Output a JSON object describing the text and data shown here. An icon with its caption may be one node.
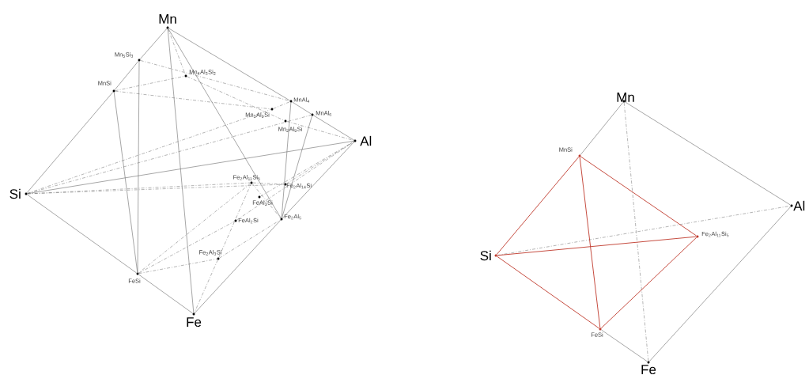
{
  "diagram": {
    "nodes": [
      {
        "text": [
          "Mn"
        ]
      },
      {
        "text": [
          "Si"
        ]
      },
      {
        "text": [
          "Fe"
        ]
      },
      {
        "text": [
          "Al"
        ]
      },
      {
        "text": [
          "Mn$_{5}$Si$_{3}$"
        ]
      },
      {
        "text": [
          "MnSi"
        ]
      },
      {
        "text": [
          "Mn$_{4}$Al$_{3}$Si$_{2}$"
        ]
      },
      {
        "text": [
          "MnAl$_{4}$"
        ]
      },
      {
        "text": [
          "MnAl$_{6}$"
        ]
      },
      {
        "text": [
          "Mn$_{3}$Al$_{9}$Si"
        ]
      },
      {
        "text": [
          "Mn$_{2}$Al$_{9}$Si"
        ]
      },
      {
        "text": [
          "Fe$_{2}$Al$_{11}$Si$_{5}$"
        ]
      },
      {
        "text": [
          "Fe$_{2}$Al$_{14}$Si"
        ]
      },
      {
        "text": [
          "FeAl$_{3}$Si"
        ]
      },
      {
        "text": [
          "FeAl$_{2}$Si"
        ]
      },
      {
        "text": [
          "Fe$_{2}$Al$_{5}$"
        ]
      },
      {
        "text": [
          "Fe$_{2}$Al$_{3}$Si"
        ]
      },
      {
        "text": [
          "FeSi"
        ]
      },
      {
        "text": [
          "Mn"
        ]
      },
      {
        "text": [
          "MnSi"
        ]
      },
      {
        "text": [
          "Si"
        ]
      },
      {
        "text": [
          "Al"
        ]
      },
      {
        "text": [
          "Fe$_{2}$Al$_{11}$Si$_{5}$"
        ]
      },
      {
        "text": [
          "FeSi"
        ]
      },
      {
        "text": [
          "Fe"
        ]
      }
    ],
    "edges": [
      {
        "from": 0,
        "to": 4,
        "arrow": "none"
      },
      {
        "from": 4,
        "to": 5,
        "arrow": "none"
      },
      {
        "from": 5,
        "to": 1,
        "arrow": "none"
      },
      {
        "from": 1,
        "to": 17,
        "arrow": "none"
      },
      {
        "from": 17,
        "to": 2,
        "arrow": "none"
      },
      {
        "from": 2,
        "to": 15,
        "arrow": "none"
      },
      {
        "from": 15,
        "to": 3,
        "arrow": "none"
      },
      {
        "from": 3,
        "to": 8,
        "arrow": "none"
      },
      {
        "from": 8,
        "to": 7,
        "arrow": "none"
      },
      {
        "from": 7,
        "to": 0,
        "arrow": "none"
      },
      {
        "from": 0,
        "to": 2,
        "arrow": "none"
      },
      {
        "from": 0,
        "to": 15,
        "arrow": "none"
      },
      {
        "from": 5,
        "to": 17,
        "arrow": "none"
      },
      {
        "from": 4,
        "to": 17,
        "arrow": "none"
      },
      {
        "from": 7,
        "to": 15,
        "arrow": "none"
      },
      {
        "from": 8,
        "to": 15,
        "arrow": "none"
      },
      {
        "from": 1,
        "to": 3,
        "arrow": "none"
      },
      {
        "from": 0,
        "to": 6,
        "arrow": "none",
        "style": "dashed"
      },
      {
        "from": 4,
        "to": 7,
        "arrow": "none",
        "style": "dashed"
      },
      {
        "from": 5,
        "to": 6,
        "arrow": "none",
        "style": "dashed"
      },
      {
        "from": 5,
        "to": 9,
        "arrow": "none",
        "style": "dashed"
      },
      {
        "from": 6,
        "to": 10,
        "arrow": "none",
        "style": "dashed"
      },
      {
        "from": 9,
        "to": 7,
        "arrow": "none",
        "style": "dashed"
      },
      {
        "from": 10,
        "to": 3,
        "arrow": "none",
        "style": "dashed"
      },
      {
        "from": 1,
        "to": 8,
        "arrow": "none",
        "style": "dashed"
      },
      {
        "from": 1,
        "to": 9,
        "arrow": "none",
        "style": "dashed"
      },
      {
        "from": 1,
        "to": 12,
        "arrow": "none",
        "style": "dashed"
      },
      {
        "from": 1,
        "to": 11,
        "arrow": "none",
        "style": "dashed"
      },
      {
        "from": 11,
        "to": 12,
        "arrow": "none",
        "style": "dashed"
      },
      {
        "from": 11,
        "to": 15,
        "arrow": "none",
        "style": "dashed"
      },
      {
        "from": 11,
        "to": 17,
        "arrow": "none",
        "style": "dashed"
      },
      {
        "from": 12,
        "to": 3,
        "arrow": "none",
        "style": "dashed"
      },
      {
        "from": 13,
        "to": 3,
        "arrow": "none",
        "style": "dashed"
      },
      {
        "from": 14,
        "to": 3,
        "arrow": "none",
        "style": "dashed"
      },
      {
        "from": 17,
        "to": 14,
        "arrow": "none",
        "style": "dashed"
      },
      {
        "from": 17,
        "to": 16,
        "arrow": "none",
        "style": "dashed"
      },
      {
        "from": 16,
        "to": 11,
        "arrow": "none",
        "style": "dashed"
      },
      {
        "from": 16,
        "to": 2,
        "arrow": "none",
        "style": "dashed"
      },
      {
        "from": 16,
        "to": 15,
        "arrow": "none",
        "style": "dashed"
      },
      {
        "from": 18,
        "to": 19,
        "arrow": "none"
      },
      {
        "from": 18,
        "to": 21,
        "arrow": "none"
      },
      {
        "from": 21,
        "to": 24,
        "arrow": "none"
      },
      {
        "from": 24,
        "to": 23,
        "arrow": "none"
      },
      {
        "from": 18,
        "to": 24,
        "arrow": "none",
        "style": "dashed"
      },
      {
        "from": 20,
        "to": 21,
        "arrow": "none",
        "style": "dashed"
      },
      {
        "from": 19,
        "to": 20,
        "arrow": "none",
        "color": "#c0392b"
      },
      {
        "from": 20,
        "to": 23,
        "arrow": "none",
        "color": "#c0392b"
      },
      {
        "from": 20,
        "to": 22,
        "arrow": "none",
        "color": "#c0392b"
      },
      {
        "from": 19,
        "to": 23,
        "arrow": "none",
        "color": "#c0392b"
      },
      {
        "from": 19,
        "to": 22,
        "arrow": "none",
        "color": "#c0392b"
      },
      {
        "from": 23,
        "to": 22,
        "arrow": "none",
        "color": "#c0392b"
      }
    ]
  }
}
